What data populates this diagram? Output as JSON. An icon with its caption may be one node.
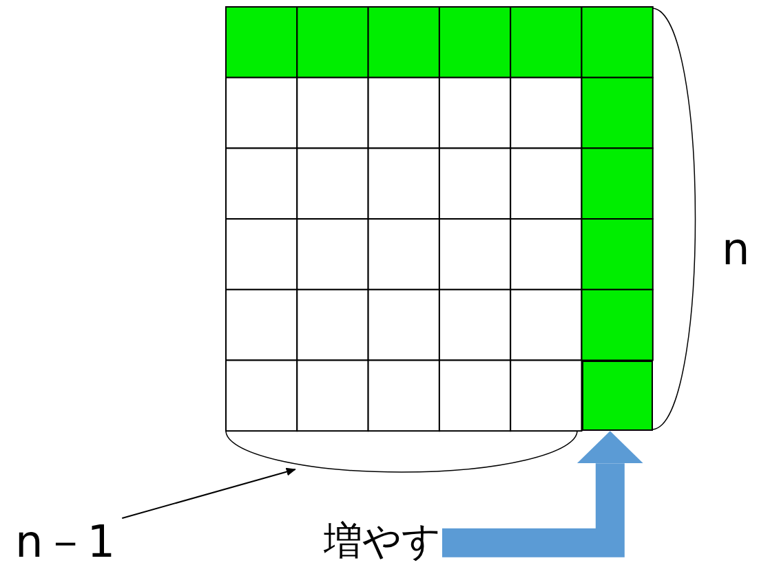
{
  "diagram": {
    "nodes": [
      {
        "text": [
          "n－1"
        ]
      },
      {
        "text": [],
        "shape": "bracket"
      },
      {
        "text": [
          "増やす"
        ]
      },
      {
        "text": [],
        "shape": "box"
      }
    ],
    "edges": [
      {
        "from": 0,
        "to": 1,
        "arrow": "to"
      },
      {
        "from": 2,
        "to": 3,
        "arrow": "to",
        "style": "thick",
        "color": "#5b9bd5"
      }
    ],
    "labels": [
      "n"
    ]
  }
}
